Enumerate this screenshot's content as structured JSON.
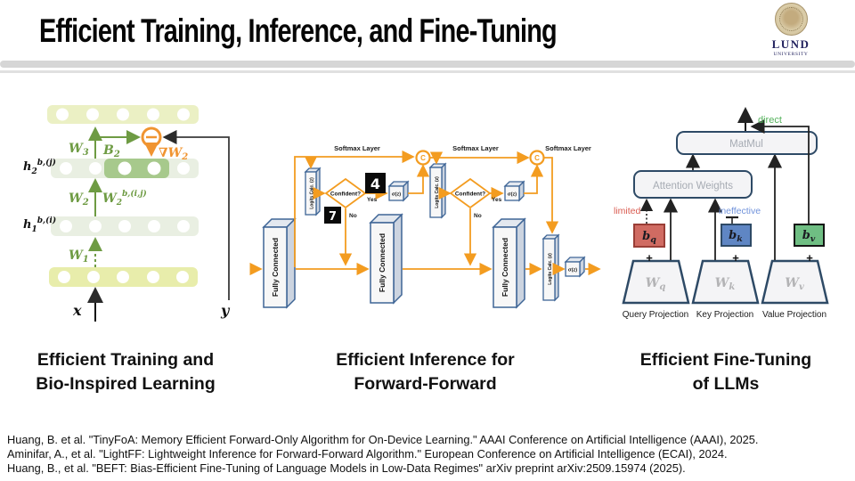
{
  "slide": {
    "title": "Efficient Training, Inference, and Fine-Tuning",
    "logo": {
      "name": "LUND",
      "sub": "UNIVERSITY"
    }
  },
  "colors": {
    "orange": "#F39C20",
    "green_label": "#6E9B43",
    "diagram_blue_border": "#3E6596",
    "slate_border": "#2E4A66",
    "limited_red": "#D95B50",
    "ineffective_blue": "#7193DB",
    "direct_green": "#55B25C",
    "bq_fill": "#D06B62",
    "bk_fill": "#5F86C4",
    "bv_fill": "#6FBE83",
    "layer_top_fill": "#EBF0C4",
    "layer_pale_fill": "#E9EFE2",
    "layer_highlight_fill": "#A7C98C",
    "layer_bottom_fill": "#E8EDAB"
  },
  "training": {
    "w3": {
      "base": "W",
      "sub": "3"
    },
    "b2": {
      "base": "B",
      "sub": "2"
    },
    "grad_w2": {
      "base": "∇W",
      "sub": "2"
    },
    "h2": {
      "base": "h",
      "sub": "2",
      "sup": "b,(j)"
    },
    "w2": {
      "base": "W",
      "sub": "2"
    },
    "w2_batch": {
      "base": "W",
      "sub": "2",
      "sup": "b,(i,j)"
    },
    "h1": {
      "base": "h",
      "sub": "1",
      "sup": "b,(i)"
    },
    "w1": {
      "base": "W",
      "sub": "1"
    },
    "x": "x",
    "y": "y"
  },
  "inference": {
    "softmax_label": "Softmax Layer",
    "logits_label": "Logits Calc. (z)",
    "confident_label": "Confident?",
    "yes": "Yes",
    "no": "No",
    "sigma": "σ(z)",
    "fully_connected": "Fully Connected",
    "concat": "C",
    "digit_confident": "4",
    "digit_unconfident": "7"
  },
  "finetuning": {
    "matmul": "MatMul",
    "attention_weights": "Attention Weights",
    "direct": "direct",
    "limited": "limited",
    "ineffective": "ineffective",
    "plus": "+",
    "bq": {
      "base": "b",
      "sub": "q"
    },
    "bk": {
      "base": "b",
      "sub": "k"
    },
    "bv": {
      "base": "b",
      "sub": "v"
    },
    "wq": {
      "base": "W",
      "sub": "q"
    },
    "wk": {
      "base": "W",
      "sub": "k"
    },
    "wv": {
      "base": "W",
      "sub": "v"
    },
    "projections": [
      "Query Projection",
      "Key Projection",
      "Value Projection"
    ]
  },
  "captions": [
    {
      "line1": "Efficient Training and",
      "line2": "Bio-Inspired Learning"
    },
    {
      "line1": "Efficient Inference for",
      "line2": "Forward-Forward"
    },
    {
      "line1": "Efficient Fine-Tuning",
      "line2": "of LLMs"
    }
  ],
  "citations": [
    "Huang, B. et al. \"TinyFoA: Memory Efficient Forward-Only Algorithm for On-Device Learning.\" AAAI Conference on Artificial Intelligence (AAAI), 2025.",
    "Aminifar, A., et al. \"LightFF: Lightweight Inference for Forward-Forward Algorithm.\" European Conference on Artificial Intelligence (ECAI), 2024.",
    "Huang, B., et al. \"BEFT: Bias-Efficient Fine-Tuning of Language Models in Low-Data Regimes\" arXiv preprint arXiv:2509.15974 (2025)."
  ]
}
